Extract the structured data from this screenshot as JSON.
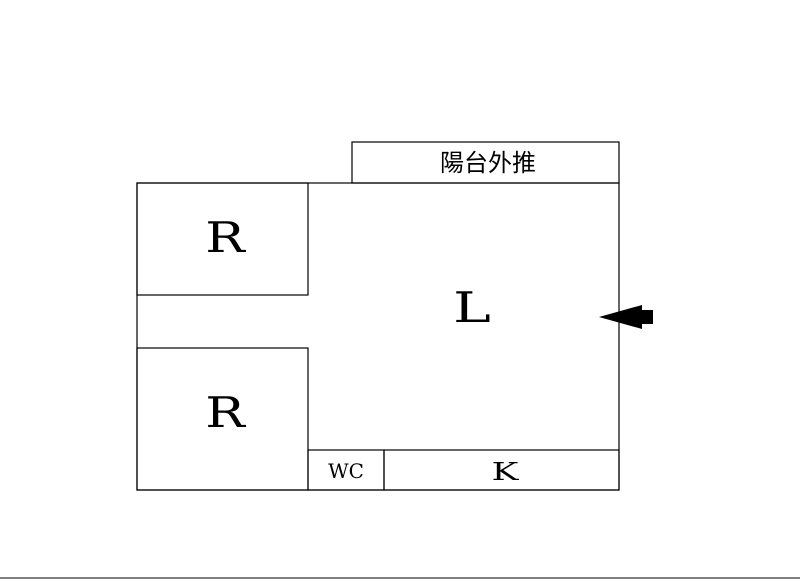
{
  "rooms": {
    "bedroom_top": "R",
    "bedroom_bottom": "R",
    "living": "L",
    "wc": "WC",
    "kitchen": "K",
    "balcony": "陽台外推"
  },
  "entrance_icon": "arrow-left-icon",
  "colors": {
    "line": "#000000",
    "background": "#ffffff"
  }
}
